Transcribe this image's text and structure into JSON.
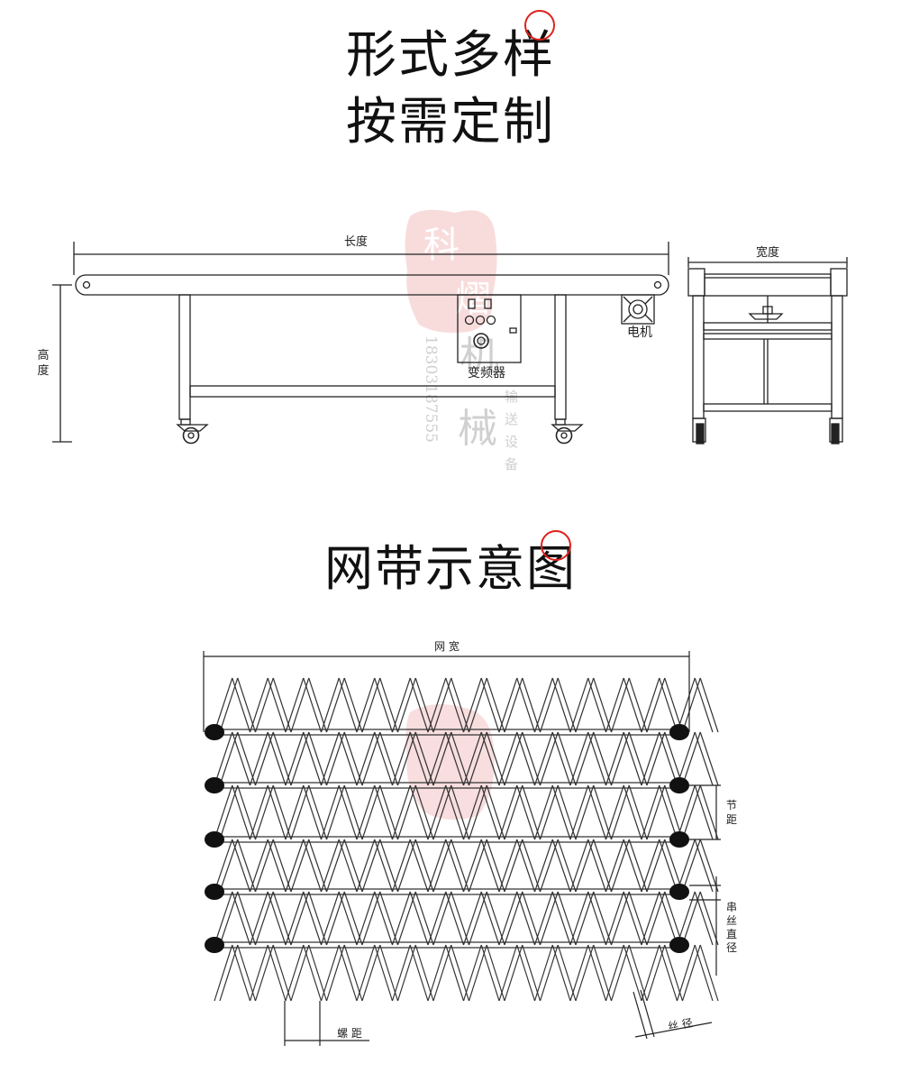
{
  "header": {
    "line1": "形式多样",
    "line2": "按需定制"
  },
  "conveyor": {
    "length_label": "长度",
    "height_label_1": "高",
    "height_label_2": "度",
    "inverter_label": "变频器",
    "motor_label": "电机",
    "width_label": "宽度"
  },
  "mesh_section": {
    "title": "网带示意图",
    "mesh_width_label": "网 宽",
    "pitch_label_1": "节",
    "pitch_label_2": "距",
    "rod_diameter_label_1": "串",
    "rod_diameter_label_2": "丝",
    "rod_diameter_label_3": "直",
    "rod_diameter_label_4": "径",
    "spiral_pitch_label": "螺 距",
    "wire_diameter_label": "丝 径"
  },
  "watermark": {
    "seal_char_1": "科",
    "seal_char_2": "熠",
    "seal_char_3": "机",
    "seal_char_4": "械",
    "phone": "18303187555",
    "tagline_1": "输",
    "tagline_2": "送",
    "tagline_3": "设",
    "tagline_4": "备"
  },
  "colors": {
    "accent_red": "#e0201b",
    "line": "#222222",
    "watermark_red": "#f2c4c4",
    "watermark_gray": "#c9c9c9"
  }
}
